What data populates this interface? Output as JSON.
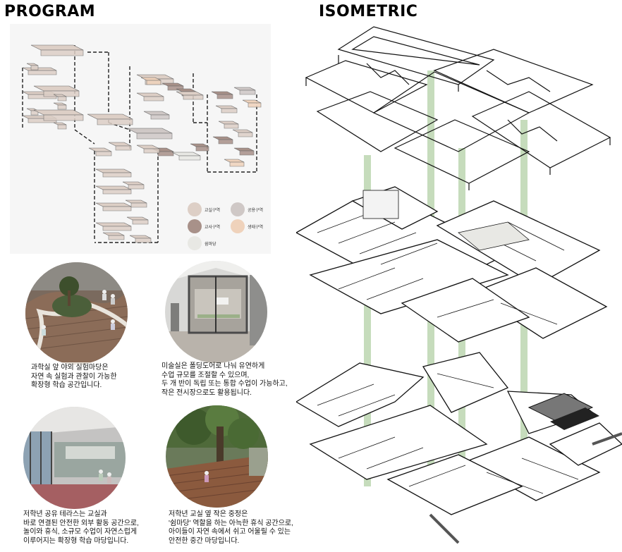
{
  "headings": {
    "program": "PROGRAM",
    "isometric": "ISOMETRIC"
  },
  "legend": {
    "items": [
      {
        "label": "교실구역",
        "color": "#ddcfc6"
      },
      {
        "label": "공용구역",
        "color": "#cfc8c6"
      },
      {
        "label": "교사구역",
        "color": "#a89189"
      },
      {
        "label": "생태구역",
        "color": "#efd2bb"
      },
      {
        "label": "쉼마당",
        "color": "#e8e8e4"
      }
    ]
  },
  "captions": {
    "science": [
      "과학실 앞 야외 실험마당은",
      "자연 속 실험과 관찰이 가능한",
      "확장형 학습 공간입니다."
    ],
    "art": [
      "미술실은 폴딩도어로 나눠 유연하게",
      "수업 규모를 조절할 수 있으며,",
      "두 개 반이 독립 또는 통합 수업이 가능하고,",
      "작은 전시장으로도 활용됩니다."
    ],
    "terrace": [
      "저학년 공유 테라스는 교실과",
      "바로 연결된 안전한 외부 활동 공간으로,",
      "놀이와 휴식, 소규모 수업이 자연스럽게",
      "이루어지는 확장형 학습 마당입니다."
    ],
    "courtyard": [
      "저학년 교실 옆 작은 중정은",
      "'쉼마당' 역할을 하는 아늑한 휴식 공간으로,",
      "아이들이 자연 속에서 쉬고 어울릴 수 있는",
      "안전한 중간 마당입니다."
    ]
  },
  "colors": {
    "classroom": "#ddcfc6",
    "common": "#cfc8c6",
    "teacher": "#a89189",
    "ecology": "#efd2bb",
    "rest": "#e8e8e4",
    "core": "#b8d4ac"
  }
}
